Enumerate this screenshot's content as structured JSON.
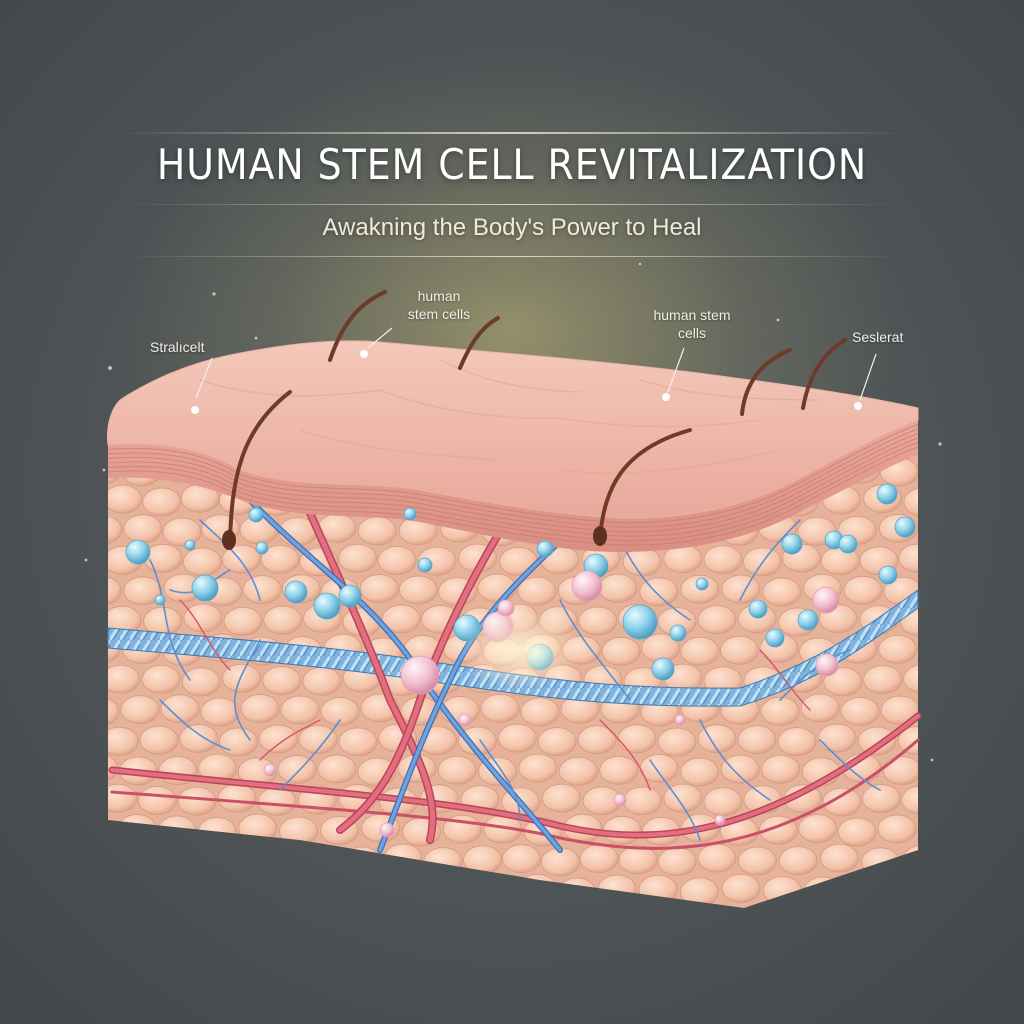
{
  "header": {
    "title": "HUMAN STEM CELL REVITALIZATION",
    "subtitle": "Awakning the Body's Power to Heal"
  },
  "callouts": [
    {
      "id": "left",
      "text": "Stralıcelt"
    },
    {
      "id": "center-left",
      "line1": "human",
      "line2": "stem cells"
    },
    {
      "id": "center-right",
      "line1": "human stem",
      "line2": "cells"
    },
    {
      "id": "right",
      "text": "Seslerat"
    }
  ],
  "icons": [
    "hair-strand-icon",
    "stem-cell-icon",
    "blood-vessel-icon",
    "membrane-band-icon"
  ],
  "colors": {
    "background": "#4b5153",
    "glow": "#c4b876",
    "skin_top": "#f2c2b4",
    "skin_cells": "#f6c9b1",
    "artery": "#d9536a",
    "vein": "#5b8fd0",
    "stem_cell_blue": "#9fd9ec",
    "stem_cell_pink": "#f4c4d2",
    "hair": "#7a4330"
  }
}
